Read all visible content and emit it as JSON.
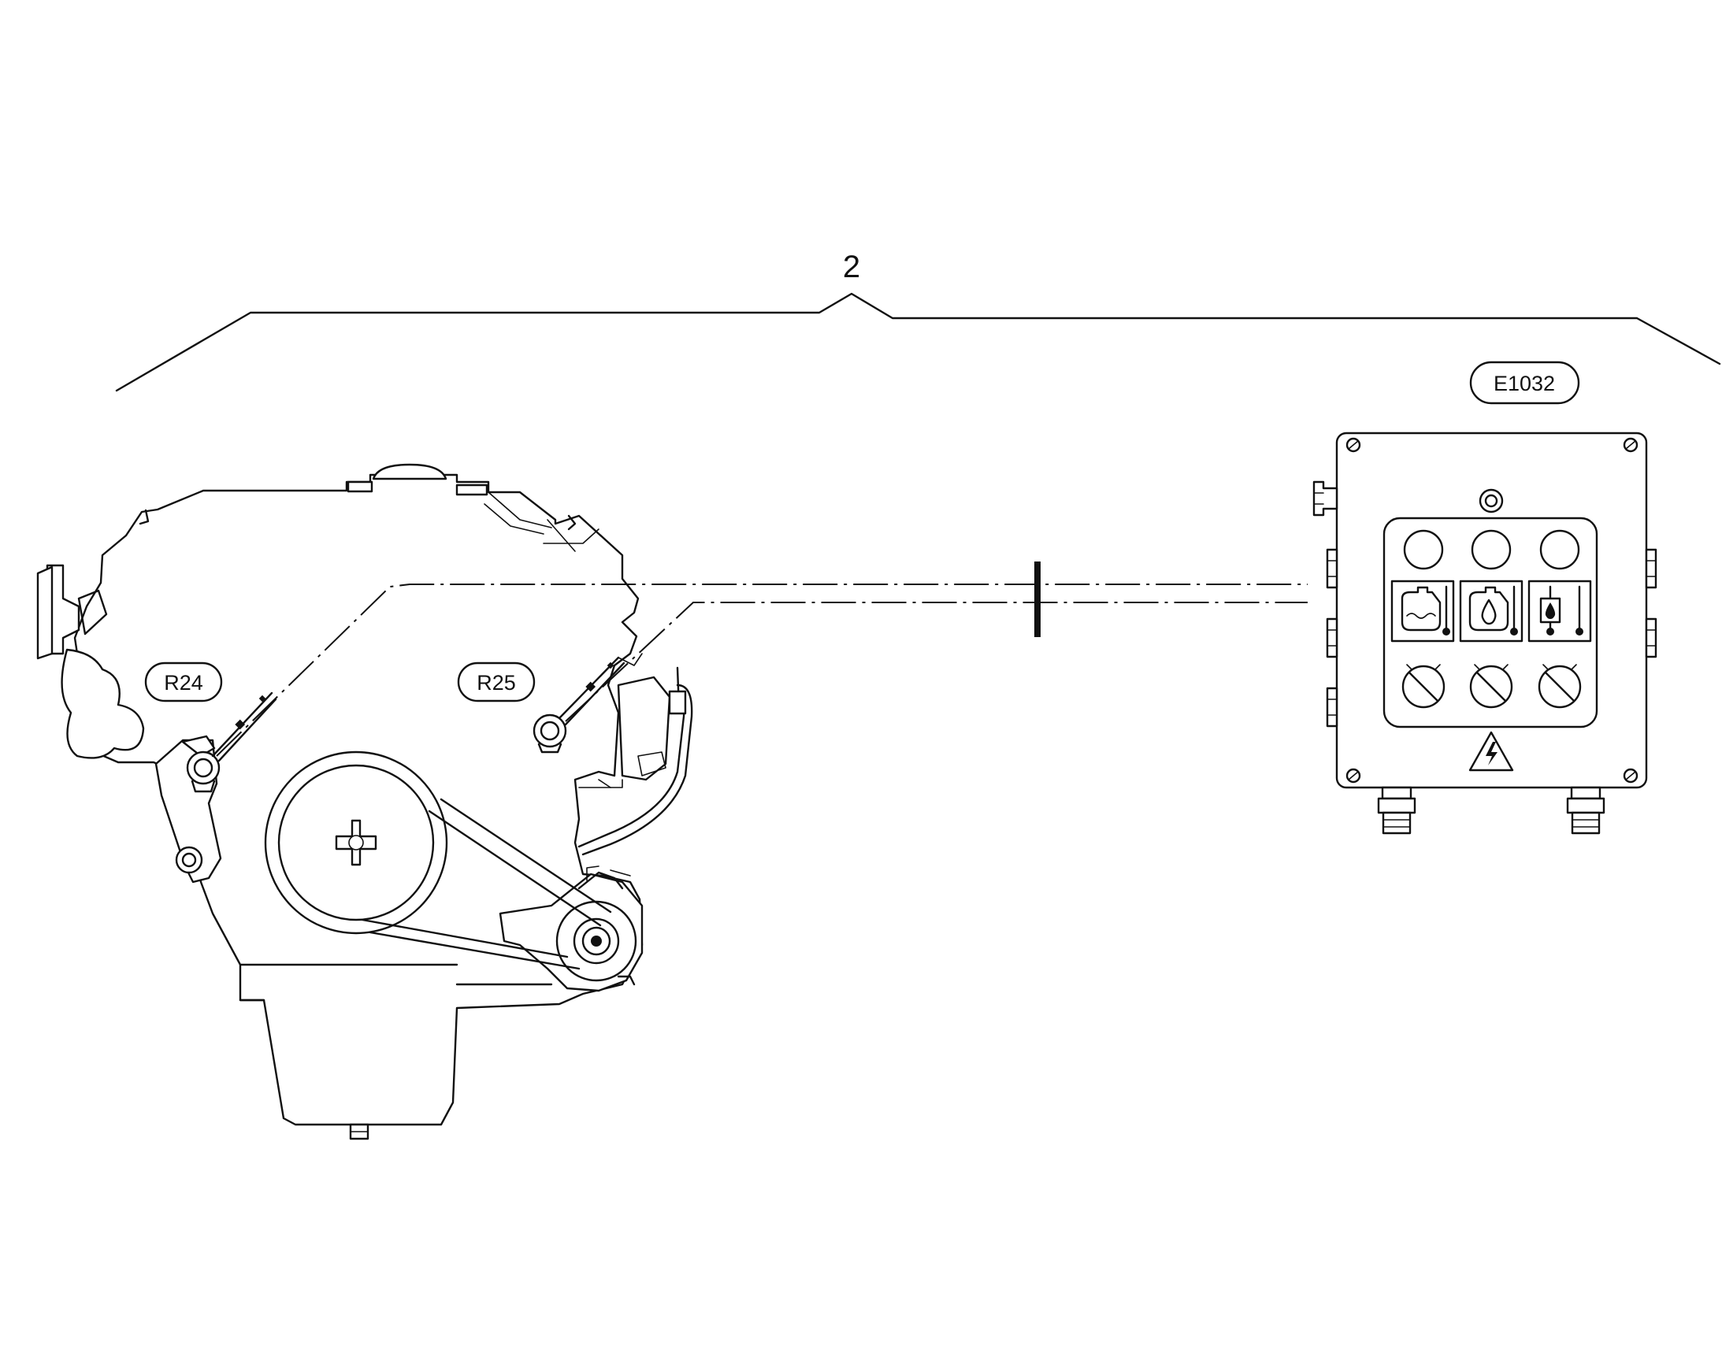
{
  "assembly": {
    "number": "2"
  },
  "labels": {
    "engine_sensor_left": "R24",
    "engine_sensor_right": "R25",
    "control_box": "E1032"
  },
  "control_panel": {
    "indicator_lamps": 3,
    "warning_symbols": [
      "coolant-temperature-icon",
      "oil-temperature-icon",
      "fuel-temperature-icon"
    ],
    "adjust_dials": 3,
    "hazard_symbol": "high-voltage-warning-icon"
  },
  "colors": {
    "line": "#111111",
    "background": "#ffffff"
  }
}
